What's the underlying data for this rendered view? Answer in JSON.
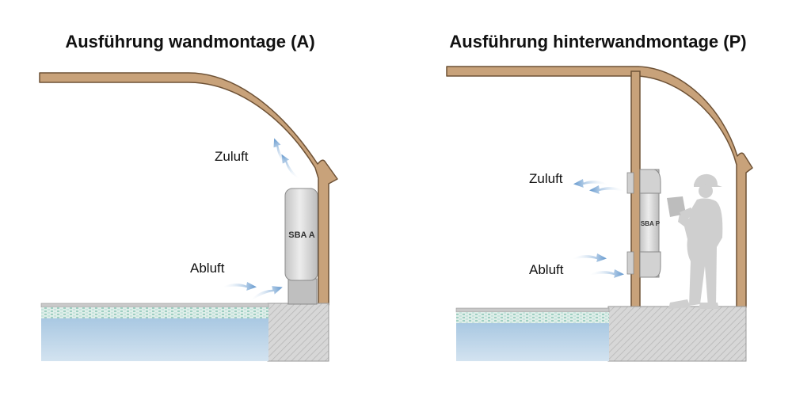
{
  "left": {
    "title": "Ausführung wandmontage (A)",
    "unit_label": "SBA A",
    "supply_label": "Zuluft",
    "exhaust_label": "Abluft"
  },
  "right": {
    "title": "Ausführung hinterwandmontage (P)",
    "unit_label": "SBA P",
    "supply_label": "Zuluft",
    "exhaust_label": "Abluft"
  },
  "colors": {
    "structure": "#c8a27a",
    "structure_edge": "#6e5236",
    "water": "#b9d2e6",
    "concrete": "#d7d7d7",
    "unit": "#d6d6d6",
    "airflow": "#6c9fd0",
    "person": "#cfcfcf"
  },
  "icons": [
    "airflow-arrow-icon",
    "person-with-tablet-icon"
  ]
}
